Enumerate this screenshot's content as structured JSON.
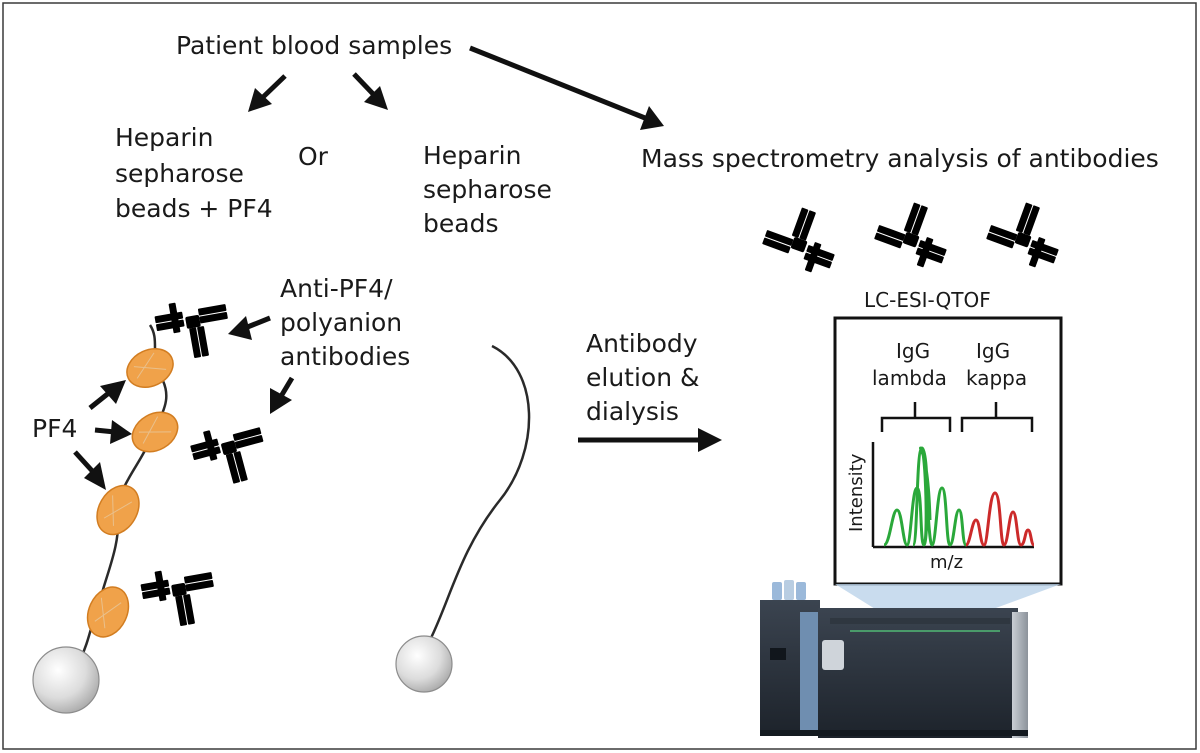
{
  "labels": {
    "patient": "Patient blood samples",
    "hep_pf4_1": "Heparin",
    "hep_pf4_2": "sepharose",
    "hep_pf4_3": "beads + PF4",
    "or": "Or",
    "hep_1": "Heparin",
    "hep_2": "sepharose",
    "hep_3": "beads",
    "mass_spec": "Mass spectrometry analysis of antibodies",
    "anti_1": "Anti-PF4/",
    "anti_2": "polyanion",
    "anti_3": "antibodies",
    "pf4": "PF4",
    "elution_1": "Antibody",
    "elution_2": "elution &",
    "elution_3": "dialysis",
    "lcesi": "LC-ESI-QTOF",
    "igg_l_1": "IgG",
    "igg_l_2": "lambda",
    "igg_k_1": "IgG",
    "igg_k_2": "kappa",
    "intensity": "Intensity",
    "mz": "m/z"
  },
  "colors": {
    "antibody": "#8a1c1c",
    "pf4": "#f0a24a",
    "lambda_peak": "#2aa83a",
    "kappa_peak": "#cc2a2a",
    "beam": "#bcd3ea"
  },
  "icons": [
    "antibody-icon",
    "pf4-protein-icon",
    "sepharose-bead-icon",
    "mass-spectrometer-icon"
  ]
}
